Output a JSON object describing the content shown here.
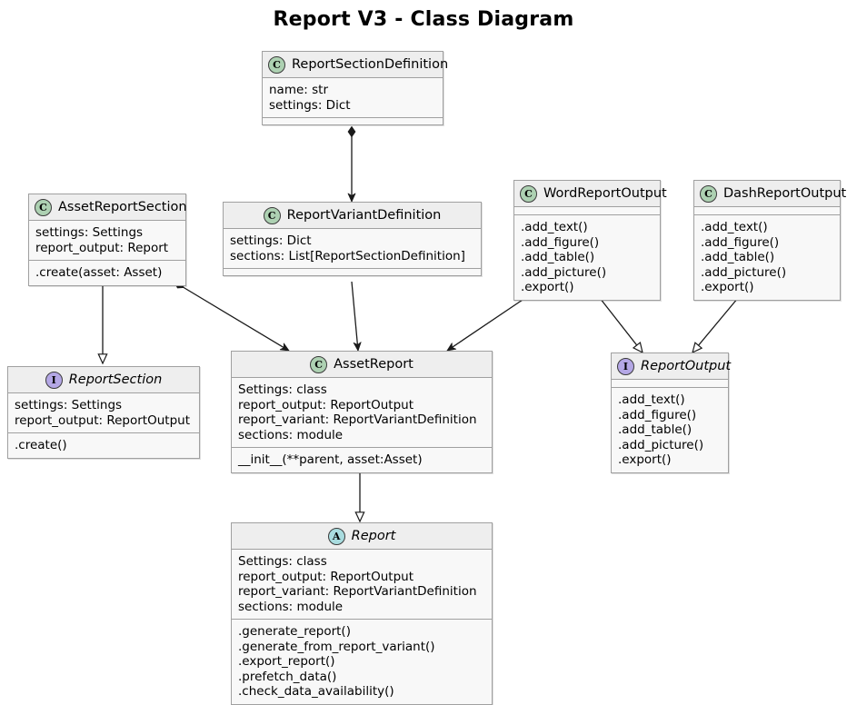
{
  "title": "Report V3 - Class Diagram",
  "diagram": {
    "type": "uml-class-diagram",
    "colors": {
      "class_badge": "#ADD1B2",
      "interface_badge": "#B4A7E5",
      "abstract_badge": "#A9DCDF",
      "box_header": "#EEEEEE",
      "box_body": "#F8F8F8",
      "border": "#A0A0A0",
      "connector": "#1A1A1A",
      "background": "#FFFFFF"
    }
  },
  "classes": [
    {
      "id": "report_section_definition",
      "name": "ReportSectionDefinition",
      "stereotype": "C",
      "stereotype_label": "class",
      "italic": false,
      "attributes": [
        "name: str",
        "settings: Dict"
      ],
      "methods": []
    },
    {
      "id": "asset_report_section",
      "name": "AssetReportSection",
      "stereotype": "C",
      "stereotype_label": "class",
      "italic": false,
      "attributes": [
        "settings: Settings",
        "report_output: Report"
      ],
      "methods": [
        ".create(asset: Asset)"
      ]
    },
    {
      "id": "report_variant_definition",
      "name": "ReportVariantDefinition",
      "stereotype": "C",
      "stereotype_label": "class",
      "italic": false,
      "attributes": [
        "settings: Dict",
        "sections: List[ReportSectionDefinition]"
      ],
      "methods": []
    },
    {
      "id": "word_report_output",
      "name": "WordReportOutput",
      "stereotype": "C",
      "stereotype_label": "class",
      "italic": false,
      "attributes": [],
      "methods": [
        ".add_text()",
        ".add_figure()",
        ".add_table()",
        ".add_picture()",
        ".export()"
      ]
    },
    {
      "id": "dash_report_output",
      "name": "DashReportOutput",
      "stereotype": "C",
      "stereotype_label": "class",
      "italic": false,
      "attributes": [],
      "methods": [
        ".add_text()",
        ".add_figure()",
        ".add_table()",
        ".add_picture()",
        ".export()"
      ]
    },
    {
      "id": "report_section",
      "name": "ReportSection",
      "stereotype": "I",
      "stereotype_label": "interface",
      "italic": true,
      "attributes": [
        "settings: Settings",
        "report_output: ReportOutput"
      ],
      "methods": [
        ".create()"
      ]
    },
    {
      "id": "asset_report",
      "name": "AssetReport",
      "stereotype": "C",
      "stereotype_label": "class",
      "italic": false,
      "attributes": [
        "Settings: class",
        "report_output: ReportOutput",
        "report_variant: ReportVariantDefinition",
        "sections: module"
      ],
      "methods": [
        "__init__(**parent, asset:Asset)"
      ]
    },
    {
      "id": "report_output",
      "name": "ReportOutput",
      "stereotype": "I",
      "stereotype_label": "interface",
      "italic": true,
      "attributes": [],
      "methods": [
        ".add_text()",
        ".add_figure()",
        ".add_table()",
        ".add_picture()",
        ".export()"
      ]
    },
    {
      "id": "report",
      "name": "Report",
      "stereotype": "A",
      "stereotype_label": "abstract",
      "italic": true,
      "attributes": [
        "Settings: class",
        "report_output: ReportOutput",
        "report_variant: ReportVariantDefinition",
        "sections: module"
      ],
      "methods": [
        ".generate_report()",
        ".generate_from_report_variant()",
        ".export_report()",
        ".prefetch_data()",
        ".check_data_availability()"
      ]
    }
  ],
  "relationships": [
    {
      "from": "report_section_definition",
      "to": "report_variant_definition",
      "kind": "composition"
    },
    {
      "from": "asset_report_section",
      "to": "asset_report",
      "kind": "composition"
    },
    {
      "from": "asset_report_section",
      "to": "report_section",
      "kind": "implements"
    },
    {
      "from": "report_variant_definition",
      "to": "asset_report",
      "kind": "association"
    },
    {
      "from": "word_report_output",
      "to": "asset_report",
      "kind": "association"
    },
    {
      "from": "word_report_output",
      "to": "report_output",
      "kind": "implements"
    },
    {
      "from": "dash_report_output",
      "to": "report_output",
      "kind": "implements"
    },
    {
      "from": "asset_report",
      "to": "report",
      "kind": "implements"
    }
  ]
}
